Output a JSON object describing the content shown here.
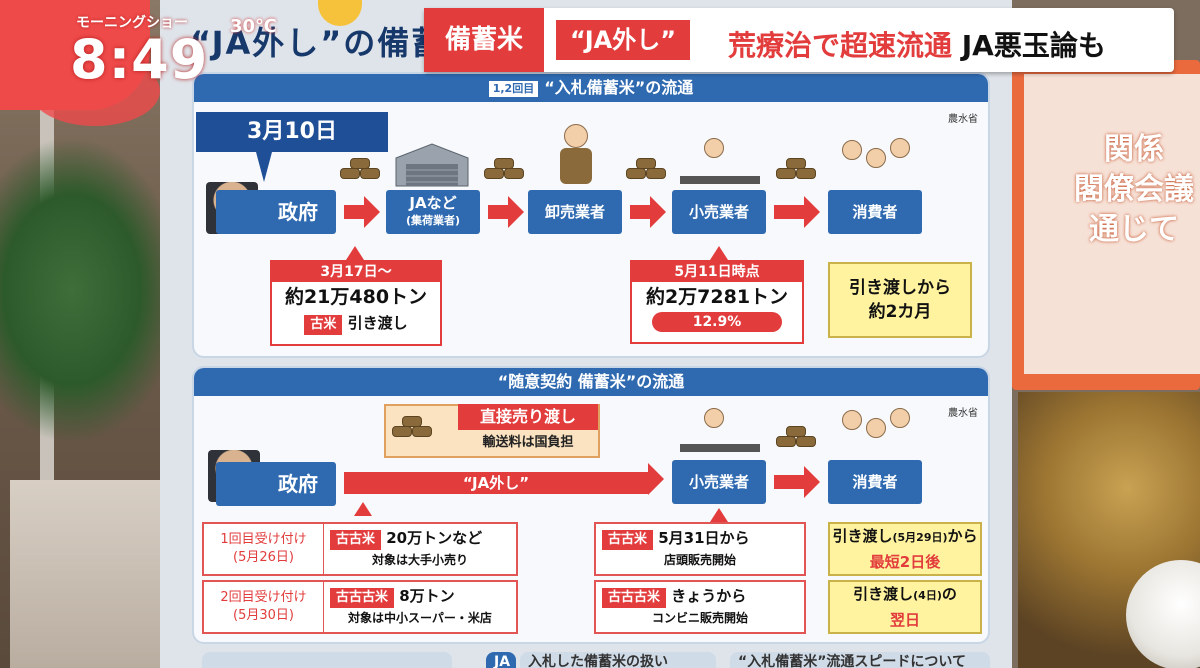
{
  "overlay": {
    "show_name": "モーニングショー",
    "temperature": "30℃",
    "clock": "8:49"
  },
  "ticker": {
    "tag": "備蓄米",
    "quote": "“JA外し”",
    "headline": "荒療治で超速流通",
    "headline_suffix": "JA悪玉論も"
  },
  "board": {
    "title": "“JA外し”の備蓄",
    "right_panel_text": [
      "関係",
      "閣僚会議",
      "通じて"
    ]
  },
  "section1": {
    "round_tag": "1,2回目",
    "header": "“入札備蓄米”の流通",
    "source": "農水省",
    "date": "3月10日",
    "flow": [
      "政府",
      "JAなど",
      "卸売業者",
      "小売業者",
      "消費者"
    ],
    "ja_sub": "(集荷業者)",
    "card_left": {
      "head": "3月17日～",
      "amount": "約21万480トン",
      "tag": "古米",
      "label": "引き渡し"
    },
    "card_right": {
      "head": "5月11日時点",
      "amount": "約2万7281トン",
      "percent": "12.9%"
    },
    "note": [
      "引き渡しから",
      "約2カ月"
    ]
  },
  "section2": {
    "header": "“随意契約 備蓄米”の流通",
    "source": "農水省",
    "direct_title": "直接売り渡し",
    "direct_sub": "輸送料は国負担",
    "flow": [
      "政府",
      "小売業者",
      "消費者"
    ],
    "arrow_label": "“JA外し”",
    "rows": [
      {
        "label": "1回目受け付け",
        "date": "(5月26日)",
        "tag": "古古米",
        "main": "20万トンなど",
        "sub": "対象は大手小売り"
      },
      {
        "label": "2回目受け付け",
        "date": "(5月30日)",
        "tag": "古古古米",
        "main": "8万トン",
        "sub": "対象は中小スーパー・米店"
      }
    ],
    "sales": [
      {
        "tag": "古古米",
        "main": "5月31日から",
        "sub": "店頭販売開始"
      },
      {
        "tag": "古古古米",
        "main": "きょうから",
        "sub": "コンビニ販売開始"
      }
    ],
    "notes": [
      {
        "line1": "引き渡し",
        "small": "(5月29日)",
        "suffix": "から",
        "line2": "最短2日後"
      },
      {
        "line1": "引き渡し",
        "small": "(4日)",
        "suffix": "の",
        "line2": "翌日"
      }
    ]
  },
  "bottom_tabs": [
    "JA",
    "入札した備蓄米の扱い",
    "“入札備蓄米”流通スピードについて"
  ],
  "colors": {
    "accent_red": "#e23c3c",
    "navy": "#2f6ab1",
    "note_yellow": "#fff3a0"
  }
}
